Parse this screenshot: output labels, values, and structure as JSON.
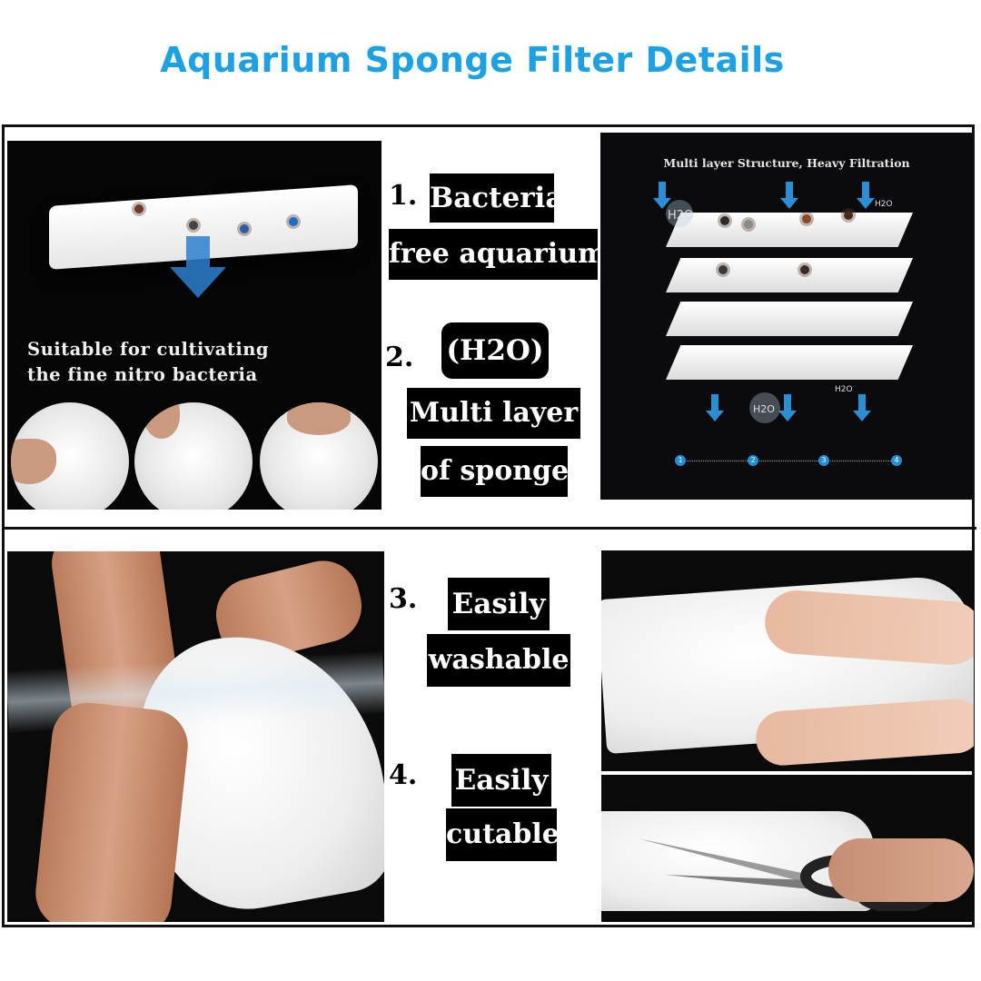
{
  "title": "Aquarium Sponge Filter Details",
  "colors": {
    "title": "#1da1e2",
    "arrow": "#2b8fd6",
    "label_bg": "#000000"
  },
  "panel1": {
    "caption_line1": "Suitable for cultivating",
    "caption_line2": "the fine nitro bacteria"
  },
  "panel2": {
    "heading": "Multi layer Structure, Heavy Filtration",
    "h2o": "H2O",
    "steps": [
      "1",
      "2",
      "3",
      "4"
    ]
  },
  "features": [
    {
      "number": "1.",
      "lines": [
        "Bacteria",
        "free aquarium"
      ]
    },
    {
      "number": "2.",
      "lines": [
        "(H2O)",
        "Multi layer",
        "of sponge"
      ]
    },
    {
      "number": "3.",
      "lines": [
        "Easily",
        "washable"
      ]
    },
    {
      "number": "4.",
      "lines": [
        "Easily",
        "cutable"
      ]
    }
  ]
}
